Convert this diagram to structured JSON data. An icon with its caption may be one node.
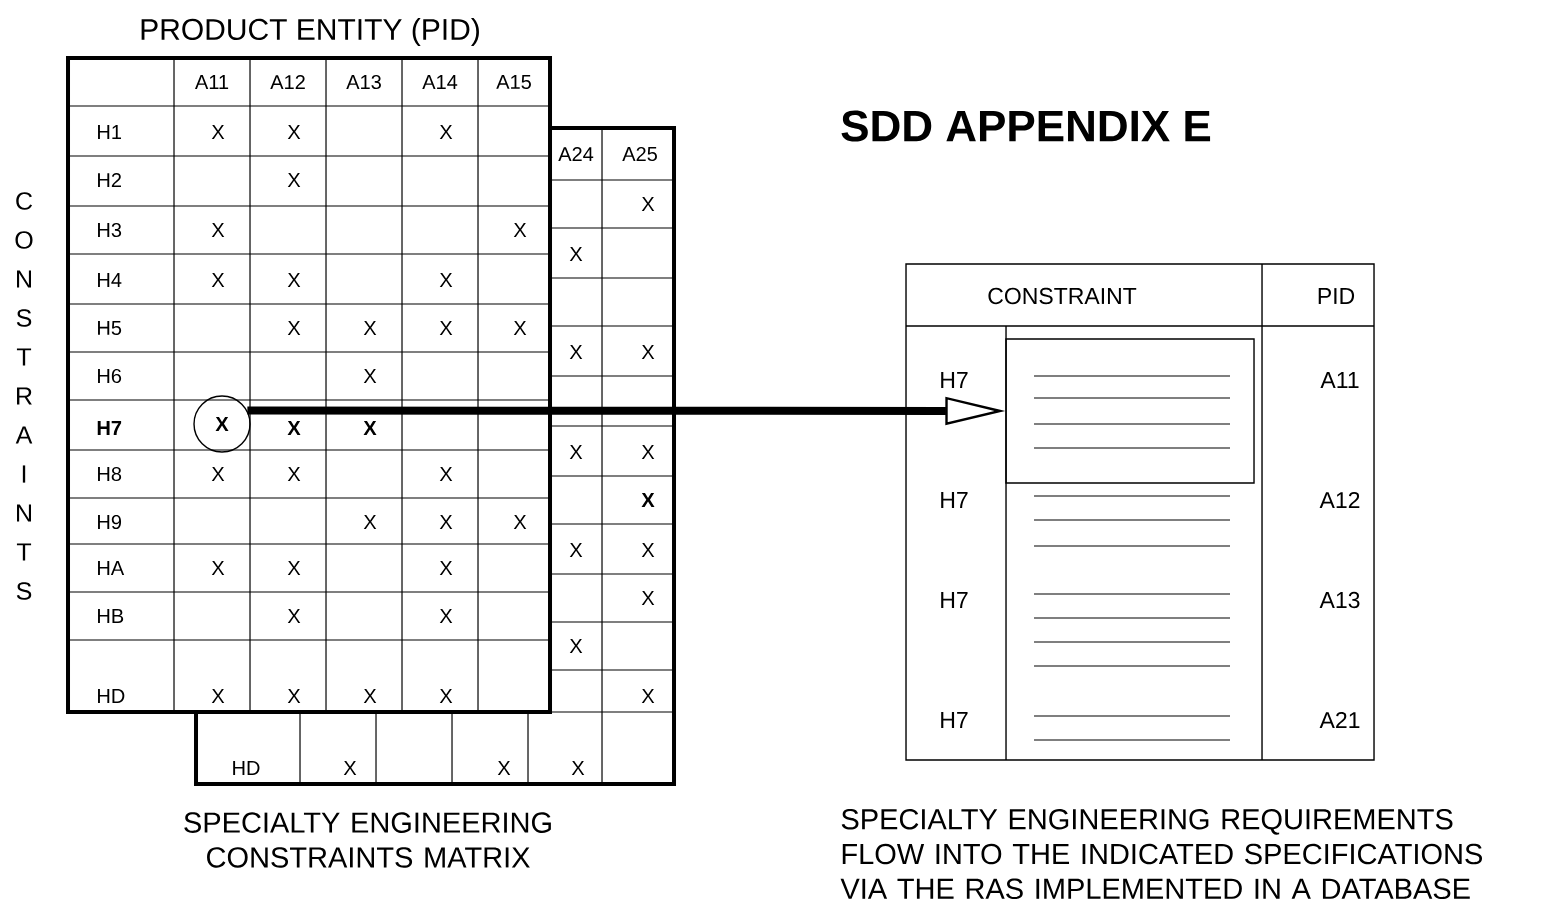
{
  "diagram": {
    "nodes": [
      {
        "text": [
          "X"
        ]
      },
      {
        "text": [],
        "shape": "box"
      }
    ],
    "edges": [
      {
        "from": 0,
        "to": 1,
        "arrow": "to"
      }
    ],
    "labels": [
      "PRODUCT ENTITY (PID)",
      "SDD APPENDIX E",
      "A11",
      "A12",
      "A13",
      "A14",
      "A15",
      "H1",
      "X",
      "X",
      "X",
      "H2",
      "X",
      "H3",
      "X",
      "X",
      "H4",
      "X",
      "X",
      "X",
      "H5",
      "X",
      "X",
      "X",
      "X",
      "H6",
      "X",
      "H7",
      "X",
      "X",
      "H8",
      "X",
      "X",
      "X",
      "H9",
      "X",
      "X",
      "X",
      "HA",
      "X",
      "X",
      "X",
      "HB",
      "X",
      "X",
      "HD",
      "X",
      "X",
      "X",
      "X",
      "A24",
      "A25",
      "X",
      "X",
      "X",
      "X",
      "X",
      "X",
      "X",
      "X",
      "X",
      "X",
      "X",
      "X",
      "HD",
      "X",
      "X",
      "X",
      "CONSTRAINTS",
      "CONSTRAINT",
      "PID",
      "H7",
      "A11",
      "H7",
      "A12",
      "H7",
      "A13",
      "H7",
      "A21",
      "SPECIALTY ENGINEERING CONSTRAINTS MATRIX",
      "SPECIALTY ENGINEERING REQUIREMENTS FLOW INTO THE INDICATED SPECIFICATIONS VIA THE RAS IMPLEMENTED IN A DATABASE"
    ]
  }
}
